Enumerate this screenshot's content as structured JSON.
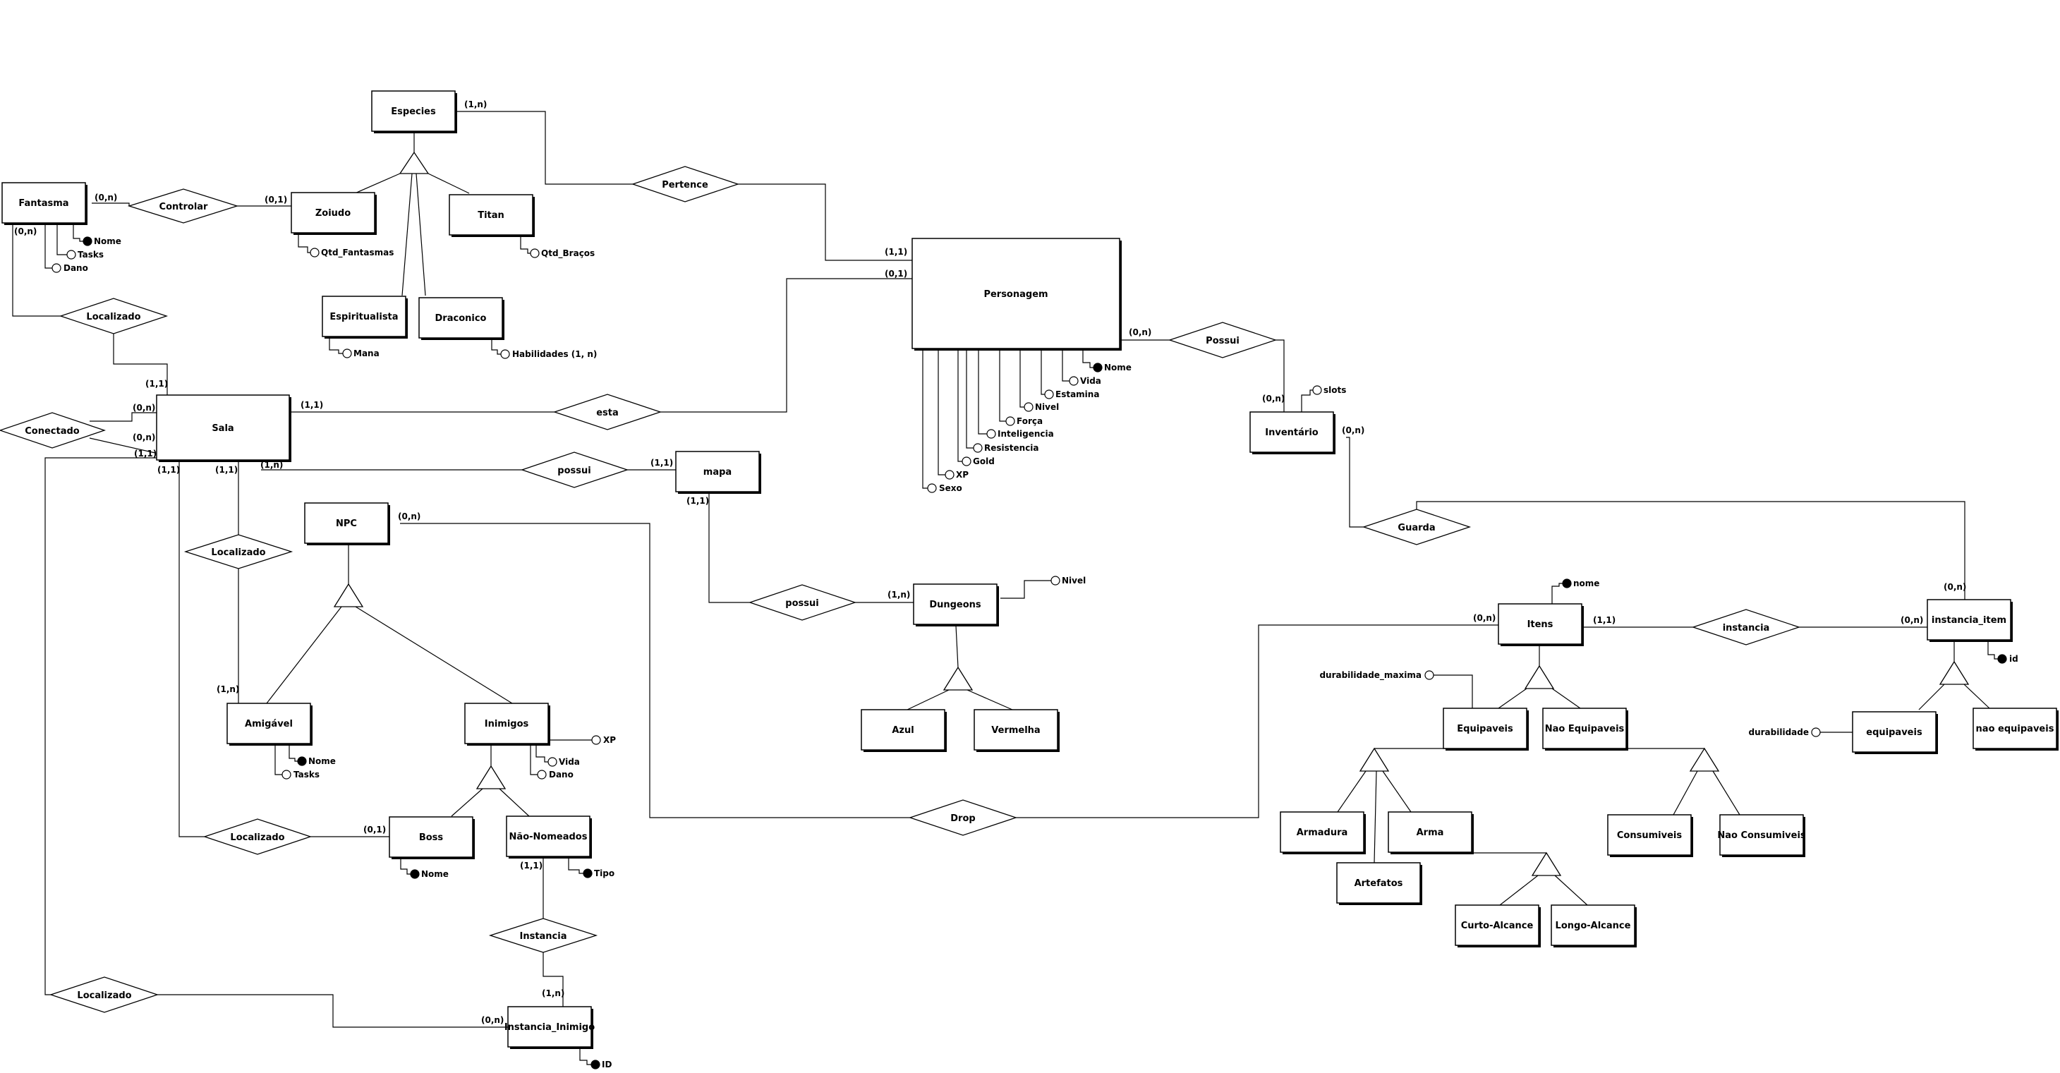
{
  "entities": {
    "especies": "Especies",
    "fantasma": "Fantasma",
    "zoiudo": "Zoiudo",
    "titan": "Titan",
    "espiritualista": "Espiritualista",
    "draconico": "Draconico",
    "personagem": "Personagem",
    "sala": "Sala",
    "mapa": "mapa",
    "npc": "NPC",
    "amigavel": "Amigável",
    "inimigos": "Inimigos",
    "boss": "Boss",
    "nao_nomeados": "Não-Nomeados",
    "instancia_inimigo": "Instancia_Inimigo",
    "dungeons": "Dungeons",
    "azul": "Azul",
    "vermelha": "Vermelha",
    "inventario": "Inventário",
    "itens": "Itens",
    "equipaveis": "Equipaveis",
    "nao_equipaveis": "Nao Equipaveis",
    "armadura": "Armadura",
    "arma": "Arma",
    "artefatos": "Artefatos",
    "curto_alcance": "Curto-Alcance",
    "longo_alcance": "Longo-Alcance",
    "consumiveis": "Consumiveis",
    "nao_consumiveis": "Nao Consumiveis",
    "instancia_item": "instancia_item",
    "inst_equipaveis": "equipaveis",
    "inst_nao_equipaveis": "nao equipaveis"
  },
  "relationships": {
    "controlar": "Controlar",
    "localizado_fantasma": "Localizado",
    "pertence": "Pertence",
    "possui_inventario": "Possui",
    "conectado": "Conectado",
    "esta": "esta",
    "possui_mapa": "possui",
    "localizado_npc": "Localizado",
    "possui_dungeons": "possui",
    "guarda": "Guarda",
    "instancia_item": "instancia",
    "localizado_boss": "Localizado",
    "drop": "Drop",
    "instancia_inimigo": "Instancia",
    "localizado_instancia": "Localizado"
  },
  "attributes": {
    "fantasma_nome": "Nome",
    "fantasma_tasks": "Tasks",
    "fantasma_dano": "Dano",
    "qtd_fantasmas": "Qtd_Fantasmas",
    "qtd_bracos": "Qtd_Braços",
    "mana": "Mana",
    "habilidades": "Habilidades (1, n)",
    "p_nome": "Nome",
    "p_vida": "Vida",
    "p_estamina": "Estamina",
    "p_nivel": "Nivel",
    "p_forca": "Força",
    "p_inteligencia": "Inteligencia",
    "p_resistencia": "Resistencia",
    "p_gold": "Gold",
    "p_xp": "XP",
    "p_sexo": "Sexo",
    "slots": "slots",
    "dungeon_nivel": "Nivel",
    "amigavel_nome": "Nome",
    "amigavel_tasks": "Tasks",
    "inimigos_xp": "XP",
    "inimigos_vida": "Vida",
    "inimigos_dano": "Dano",
    "boss_nome": "Nome",
    "nn_tipo": "Tipo",
    "inst_id": "ID",
    "itens_nome": "nome",
    "durabilidade_maxima": "durabilidade_maxima",
    "item_id": "id",
    "durabilidade": "durabilidade"
  },
  "cardinalities": {
    "especies_pertence": "(1,n)",
    "fantasma_controlar": "(0,n)",
    "controlar_zoiudo": "(0,1)",
    "fantasma_localizado": "(0,n)",
    "sala_localizado_fantasma": "(1,1)",
    "personagem_pertence": "(1,1)",
    "personagem_esta": "(0,1)",
    "personagem_possui": "(0,n)",
    "inventario_possui": "(0,n)",
    "inventario_guarda": "(0,n)",
    "sala_conectado_a": "(0,n)",
    "sala_conectado_b": "(0,n)",
    "sala_esta": "(1,1)",
    "sala_left_bottom": "(1,1)",
    "sala_bottom_a": "(1,1)",
    "sala_bottom_b": "(1,1)",
    "sala_possui": "(1,n)",
    "mapa_possui": "(1,1)",
    "mapa_dungeons": "(1,1)",
    "dungeons_possui": "(1,n)",
    "npc_drop": "(0,n)",
    "amigavel_localizado": "(1,n)",
    "boss_localizado": "(0,1)",
    "nn_instancia": "(1,1)",
    "instancia_inst": "(1,n)",
    "inst_localizado": "(0,n)",
    "itens_drop": "(0,n)",
    "itens_instancia": "(1,1)",
    "instancia_item_rel": "(0,n)",
    "instancia_item_guarda": "(0,n)"
  }
}
